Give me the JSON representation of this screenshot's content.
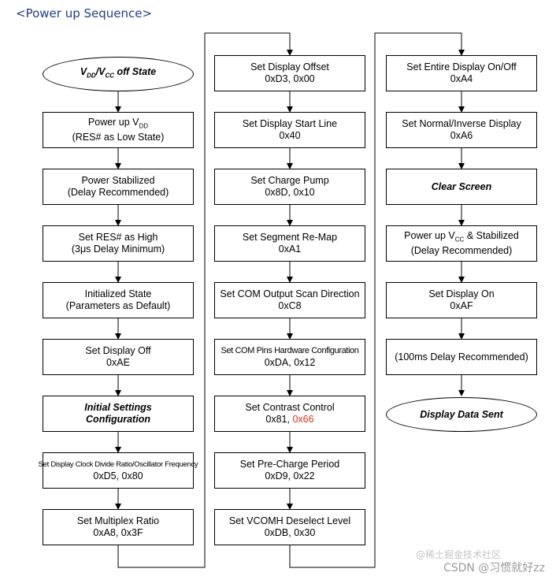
{
  "title": "<Power up Sequence>",
  "watermark": "CSDN @习惯就好zz",
  "watermark_faint": "@稀土掘金技术社区",
  "colors": {
    "title": "#1f3d8a",
    "accent": "#e03020",
    "line": "#000000"
  },
  "boxes": {
    "start": {
      "l1": "V",
      "sub1": "DD",
      "mid": "/V",
      "sub2": "CC",
      "tail": " off State"
    },
    "c1b1": {
      "l1": "Power up V",
      "sub": "DD",
      "l2": "(RES# as Low State)"
    },
    "c1b2": {
      "l1": "Power Stabilized",
      "l2": "(Delay Recommended)"
    },
    "c1b3": {
      "l1": "Set RES# as High",
      "l2": "(3μs Delay Minimum)"
    },
    "c1b4": {
      "l1": "Initialized State",
      "l2": "(Parameters as Default)"
    },
    "c1b5": {
      "l1": "Set Display Off",
      "l2": "0xAE"
    },
    "c1b6": {
      "l1": "Initial Settings",
      "l2": "Configuration"
    },
    "c1b7": {
      "l1": "Set Display Clock Divide Ratio/Oscillator Frequency",
      "l2": "0xD5, 0x80"
    },
    "c1b8": {
      "l1": "Set Multiplex Ratio",
      "l2": "0xA8, 0x3F"
    },
    "c2b1": {
      "l1": "Set Display Offset",
      "l2": "0xD3, 0x00"
    },
    "c2b2": {
      "l1": "Set Display Start Line",
      "l2": "0x40"
    },
    "c2b3": {
      "l1": "Set Charge Pump",
      "l2": "0x8D, 0x10"
    },
    "c2b4": {
      "l1": "Set Segment Re-Map",
      "l2": "0xA1"
    },
    "c2b5": {
      "l1": "Set COM Output Scan Direction",
      "l2": "0xC8"
    },
    "c2b6": {
      "l1": "Set COM Pins Hardware Configuration",
      "l2": "0xDA, 0x12"
    },
    "c2b7": {
      "l1": "Set Contrast Control",
      "l2a": "0x81, ",
      "l2b": "0x66"
    },
    "c2b8": {
      "l1": "Set Pre-Charge Period",
      "l2": "0xD9, 0x22"
    },
    "c2b9": {
      "l1": "Set VCOMH Deselect Level",
      "l2": "0xDB, 0x30"
    },
    "c3b1": {
      "l1": "Set Entire Display On/Off",
      "l2": "0xA4"
    },
    "c3b2": {
      "l1": "Set Normal/Inverse Display",
      "l2": "0xA6"
    },
    "c3b3": {
      "l1": "Clear Screen"
    },
    "c3b4": {
      "l1a": "Power up V",
      "sub": "CC",
      "l1b": " & Stabilized",
      "l2": "(Delay Recommended)"
    },
    "c3b5": {
      "l1": "Set Display On",
      "l2": "0xAF"
    },
    "c3b6": {
      "l1": "(100ms Delay Recommended)"
    },
    "end": {
      "l1": "Display Data Sent"
    }
  }
}
